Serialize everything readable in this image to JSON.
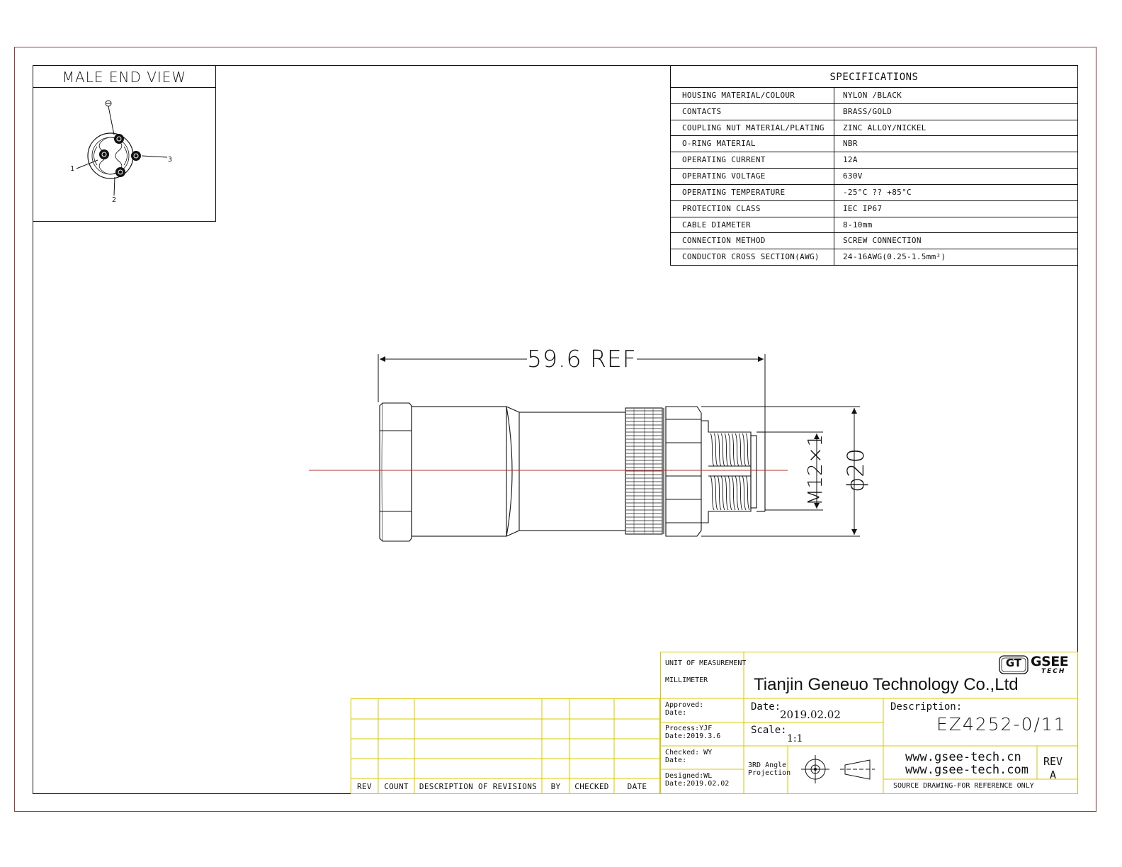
{
  "male_end_view": {
    "title": "MALE END VIEW",
    "pins": [
      "1",
      "2",
      "3"
    ]
  },
  "specifications": {
    "title": "SPECIFICATIONS",
    "rows": [
      {
        "label": "HOUSING MATERIAL/COLOUR",
        "value": "NYLON /BLACK"
      },
      {
        "label": "CONTACTS",
        "value": "BRASS/GOLD"
      },
      {
        "label": "COUPLING NUT MATERIAL/PLATING",
        "value": "ZINC ALLOY/NICKEL"
      },
      {
        "label": "O-RING MATERIAL",
        "value": "NBR"
      },
      {
        "label": "OPERATING CURRENT",
        "value": "12A"
      },
      {
        "label": "OPERATING VOLTAGE",
        "value": "630V"
      },
      {
        "label": "OPERATING TEMPERATURE",
        "value": "-25°C ?? +85°C"
      },
      {
        "label": "PROTECTION CLASS",
        "value": "IEC  IP67"
      },
      {
        "label": "CABLE  DIAMETER",
        "value": "8-10mm"
      },
      {
        "label": "CONNECTION  METHOD",
        "value": "SCREW  CONNECTION"
      },
      {
        "label": "CONDUCTOR  CROSS  SECTION(AWG)",
        "value": "24-16AWG(0.25-1.5mm²)"
      }
    ]
  },
  "dimensions": {
    "length": "59.6 REF",
    "thread": "M12×1",
    "diameter": "ϕ20"
  },
  "revisions": {
    "headers": [
      "REV",
      "COUNT",
      "DESCRIPTION  OF  REVISIONS",
      "BY",
      "CHECKED",
      "DATE"
    ]
  },
  "title_block": {
    "unit_label": "UNIT OF MEASUREMENT",
    "unit_value": "MILLIMETER",
    "company": "Tianjin Geneuo Technology Co.,Ltd",
    "logo_text": "GSEE",
    "logo_sub": "TECH",
    "logo_mark": "GT",
    "approved": "Approved:",
    "approved_date": "Date:",
    "process": "Process:YJF",
    "process_date": "Date:2019.3.6",
    "checked": "Checked: WY",
    "checked_date": "Date:",
    "designed": "Designed:WL",
    "designed_date": "Date:2019.02.02",
    "date_label": "Date:",
    "date_value": "2019.02.02",
    "scale_label": "Scale:",
    "scale_value": "1:1",
    "projection_line1": "3RD Angle",
    "projection_line2": "Projection",
    "description_label": "Description:",
    "part_number": "EZ4252-0/11",
    "url1": "www.gsee-tech.cn",
    "url2": "www.gsee-tech.com",
    "rev_label": "REV",
    "rev_value": "A",
    "source_note": "SOURCE DRAWING-FOR REFERENCE ONLY"
  },
  "colors": {
    "frame": "#a33333",
    "title_block": "#d8c800",
    "line": "#111111",
    "centerline": "#b03030"
  }
}
